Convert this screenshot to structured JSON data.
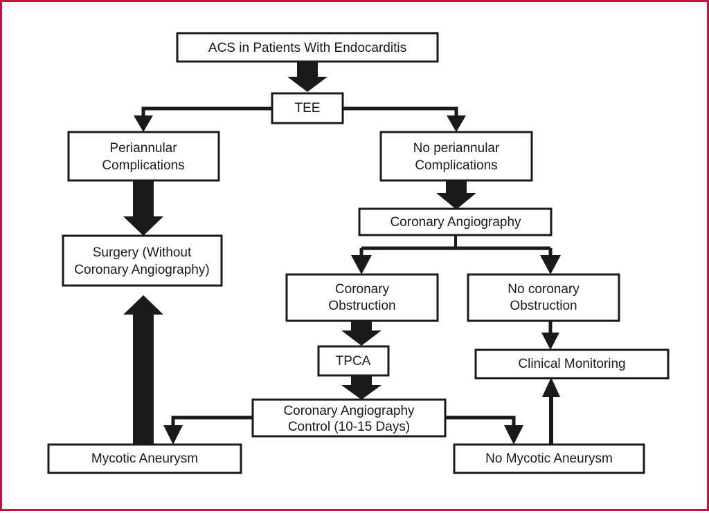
{
  "figure": {
    "frame_color": "#c8143c",
    "background_color": "#ffffff",
    "line_color": "#1a1a1a",
    "title": ""
  },
  "nodes": {
    "acs": {
      "label": "ACS in Patients With Endocarditis"
    },
    "tee": {
      "label": "TEE"
    },
    "periannular": {
      "line1": "Periannular",
      "line2": "Complications"
    },
    "no_periannular": {
      "line1": "No periannular",
      "line2": "Complications"
    },
    "surgery": {
      "line1": "Surgery (Without",
      "line2": "Coronary Angiography)"
    },
    "coronary_angiography": {
      "label": "Coronary Angiography"
    },
    "coronary_obstruction": {
      "line1": "Coronary",
      "line2": "Obstruction"
    },
    "no_coronary_obstruction": {
      "line1": "No coronary",
      "line2": "Obstruction"
    },
    "tpca": {
      "label": "TPCA"
    },
    "clinical_monitoring": {
      "label": "Clinical Monitoring"
    },
    "angiography_control": {
      "line1": "Coronary Angiography",
      "line2": "Control (10-15 Days)"
    },
    "mycotic_aneurysm": {
      "label": "Mycotic Aneurysm"
    },
    "no_mycotic_aneurysm": {
      "label": "No Mycotic Aneurysm"
    }
  },
  "edges": [
    {
      "name": "acs-to-tee",
      "from": "acs",
      "to": "tee",
      "style": "thick-block-arrow"
    },
    {
      "name": "tee-to-periannular",
      "from": "tee",
      "to": "periannular",
      "style": "elbow-arrow"
    },
    {
      "name": "tee-to-no-periannular",
      "from": "tee",
      "to": "no_periannular",
      "style": "elbow-arrow"
    },
    {
      "name": "periannular-to-surgery",
      "from": "periannular",
      "to": "surgery",
      "style": "thick-block-arrow"
    },
    {
      "name": "no-periannular-to-coronary-angiography",
      "from": "no_periannular",
      "to": "coronary_angiography",
      "style": "thick-block-arrow"
    },
    {
      "name": "coronary-angiography-to-coronary-obstruction",
      "from": "coronary_angiography",
      "to": "coronary_obstruction",
      "style": "elbow-arrow"
    },
    {
      "name": "coronary-angiography-to-no-coronary-obstruction",
      "from": "coronary_angiography",
      "to": "no_coronary_obstruction",
      "style": "elbow-arrow"
    },
    {
      "name": "coronary-obstruction-to-tpca",
      "from": "coronary_obstruction",
      "to": "tpca",
      "style": "thick-block-arrow"
    },
    {
      "name": "no-coronary-obstruction-to-clinical-monitoring",
      "from": "no_coronary_obstruction",
      "to": "clinical_monitoring",
      "style": "arrow"
    },
    {
      "name": "tpca-to-angiography-control",
      "from": "tpca",
      "to": "angiography_control",
      "style": "thick-block-arrow"
    },
    {
      "name": "angiography-control-to-mycotic-aneurysm",
      "from": "angiography_control",
      "to": "mycotic_aneurysm",
      "style": "elbow-arrow"
    },
    {
      "name": "angiography-control-to-no-mycotic-aneurysm",
      "from": "angiography_control",
      "to": "no_mycotic_aneurysm",
      "style": "elbow-arrow"
    },
    {
      "name": "mycotic-aneurysm-to-surgery",
      "from": "mycotic_aneurysm",
      "to": "surgery",
      "style": "thick-block-arrow-up"
    },
    {
      "name": "no-mycotic-aneurysm-to-clinical-monitoring",
      "from": "no_mycotic_aneurysm",
      "to": "clinical_monitoring",
      "style": "arrow-up"
    }
  ]
}
